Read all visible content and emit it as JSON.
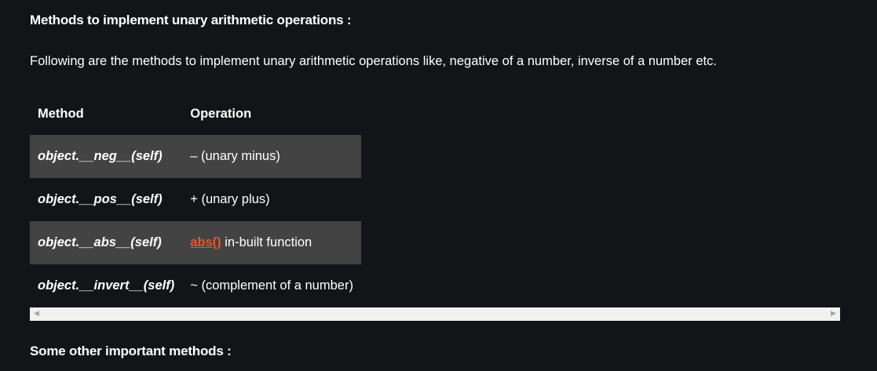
{
  "heading1": "Methods to implement unary arithmetic operations :",
  "intro": "Following are the methods to implement unary arithmetic operations like, negative of a number, inverse of a number etc.",
  "table": {
    "headers": [
      "Method",
      "Operation"
    ],
    "rows": [
      {
        "method": "object.__neg__(self)",
        "operation": "– (unary minus)"
      },
      {
        "method": "object.__pos__(self)",
        "operation": "+ (unary plus)"
      },
      {
        "method": "object.__abs__(self)",
        "operation_link": "abs()",
        "operation_rest": " in-built function"
      },
      {
        "method": "object.__invert__(self)",
        "operation": "~ (complement of a number)"
      }
    ]
  },
  "scrollbar": {
    "left_arrow": "◀",
    "right_arrow": "▶"
  },
  "heading2": "Some other important methods :",
  "colors": {
    "background": "#131417",
    "row_shade": "#434343",
    "link": "#e8572a"
  }
}
